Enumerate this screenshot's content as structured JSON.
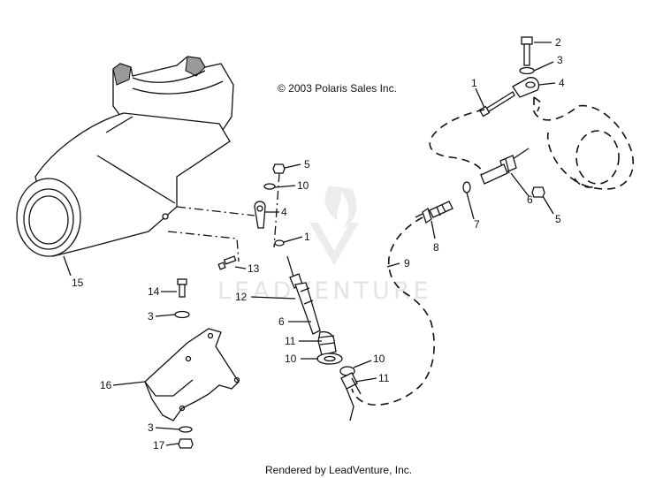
{
  "copyright": "© 2003 Polaris Sales Inc.",
  "watermark": "LEADVENTURE",
  "footer": "Rendered by LeadVenture, Inc.",
  "callouts": {
    "c15": "15",
    "c16": "16",
    "c14": "14",
    "c3a": "3",
    "c3b": "3",
    "c17": "17",
    "c13": "13",
    "c4a": "4",
    "c5a": "5",
    "c10a": "10",
    "c1a": "1",
    "c12": "12",
    "c6a": "6",
    "c11a": "11",
    "c10b": "10",
    "c10c": "10",
    "c11b": "11",
    "c2": "2",
    "c3c": "3",
    "c4b": "4",
    "c1b": "1",
    "c6b": "6",
    "c7": "7",
    "c8": "8",
    "c9": "9",
    "c5b": "5"
  }
}
